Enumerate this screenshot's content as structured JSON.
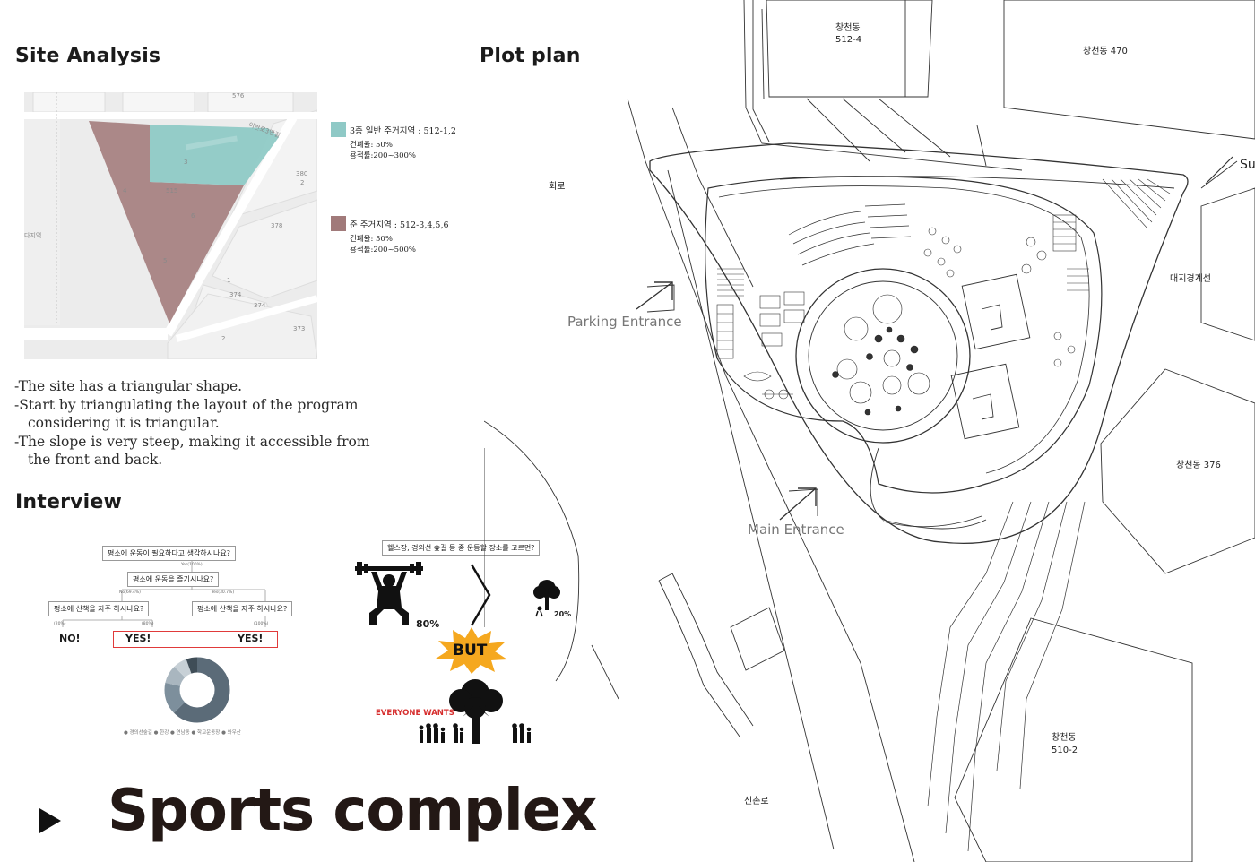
{
  "headings": {
    "site_analysis": "Site Analysis",
    "plot_plan": "Plot plan",
    "interview": "Interview"
  },
  "site_map": {
    "labels": [
      "576",
      "어반로3만길",
      "380",
      "2",
      "515",
      "378",
      "4",
      "374",
      "374",
      "373",
      "2",
      "1",
      "3",
      "5",
      "6",
      "다지역"
    ]
  },
  "legend": [
    {
      "color": "#8fc9c6",
      "title": "3종 일반 주거지역 : 512-1,2",
      "line1": "건폐율: 50%",
      "line2": "용적률:200~300%"
    },
    {
      "color": "#a17a7a",
      "title": "준 주거지역 : 512-3,4,5,6",
      "line1": "건폐율: 50%",
      "line2": "용적률:200~500%"
    }
  ],
  "analysis_points": [
    "-The site has a triangular shape.",
    "-Start by triangulating the layout of the program considering it is triangular.",
    "-The slope is very steep, making it accessible from the front and back."
  ],
  "interview": {
    "q1": "평소에 운동이 필요하다고 생각하시나요?",
    "q1_yes": "Yes(100%)",
    "q2": "평소에 운동을 즐기시나요?",
    "q2_no": "No(69.4%)",
    "q2_yes": "Yes(30.7%)",
    "q3a": "평소에 산책을 자주 하시나요?",
    "q3b": "평소에 산책을 자주 하시나요?",
    "p_a1": "(20%)",
    "p_a2": "(80%)",
    "p_b1": "(100%)",
    "answer_no": "NO!",
    "answer_yes1": "YES!",
    "answer_yes2": "YES!",
    "donut_legend": "● 경의선숲길 ● 한강 ● 연남동 ● 학교운동장 ● 와우산",
    "donut_colors": [
      "#5b6b78",
      "#7d8f9c",
      "#a9b6bf",
      "#c7d0d6",
      "#3f4d57"
    ],
    "pref_question": "헬스장, 경의선 숲길 등 중 운동할 장소를 고르면?",
    "pct_gym": "80%",
    "pct_park": "20%",
    "but": "BUT",
    "everyone_wants": "EVERYONE WANTS"
  },
  "plot_plan": {
    "labels": {
      "north1": "창천동",
      "north1b": "512-4",
      "north2": "창천동 470",
      "road_w": "회로",
      "edge_e": "대지경계선",
      "east_su": "Su",
      "east_376": "창천동 376",
      "south_510a": "창천동",
      "south_510b": "510-2",
      "road_s": "신촌로"
    },
    "parking_entrance": "Parking Entrance",
    "main_entrance": "Main Entrance"
  },
  "footer": {
    "title": "Sports complex"
  }
}
